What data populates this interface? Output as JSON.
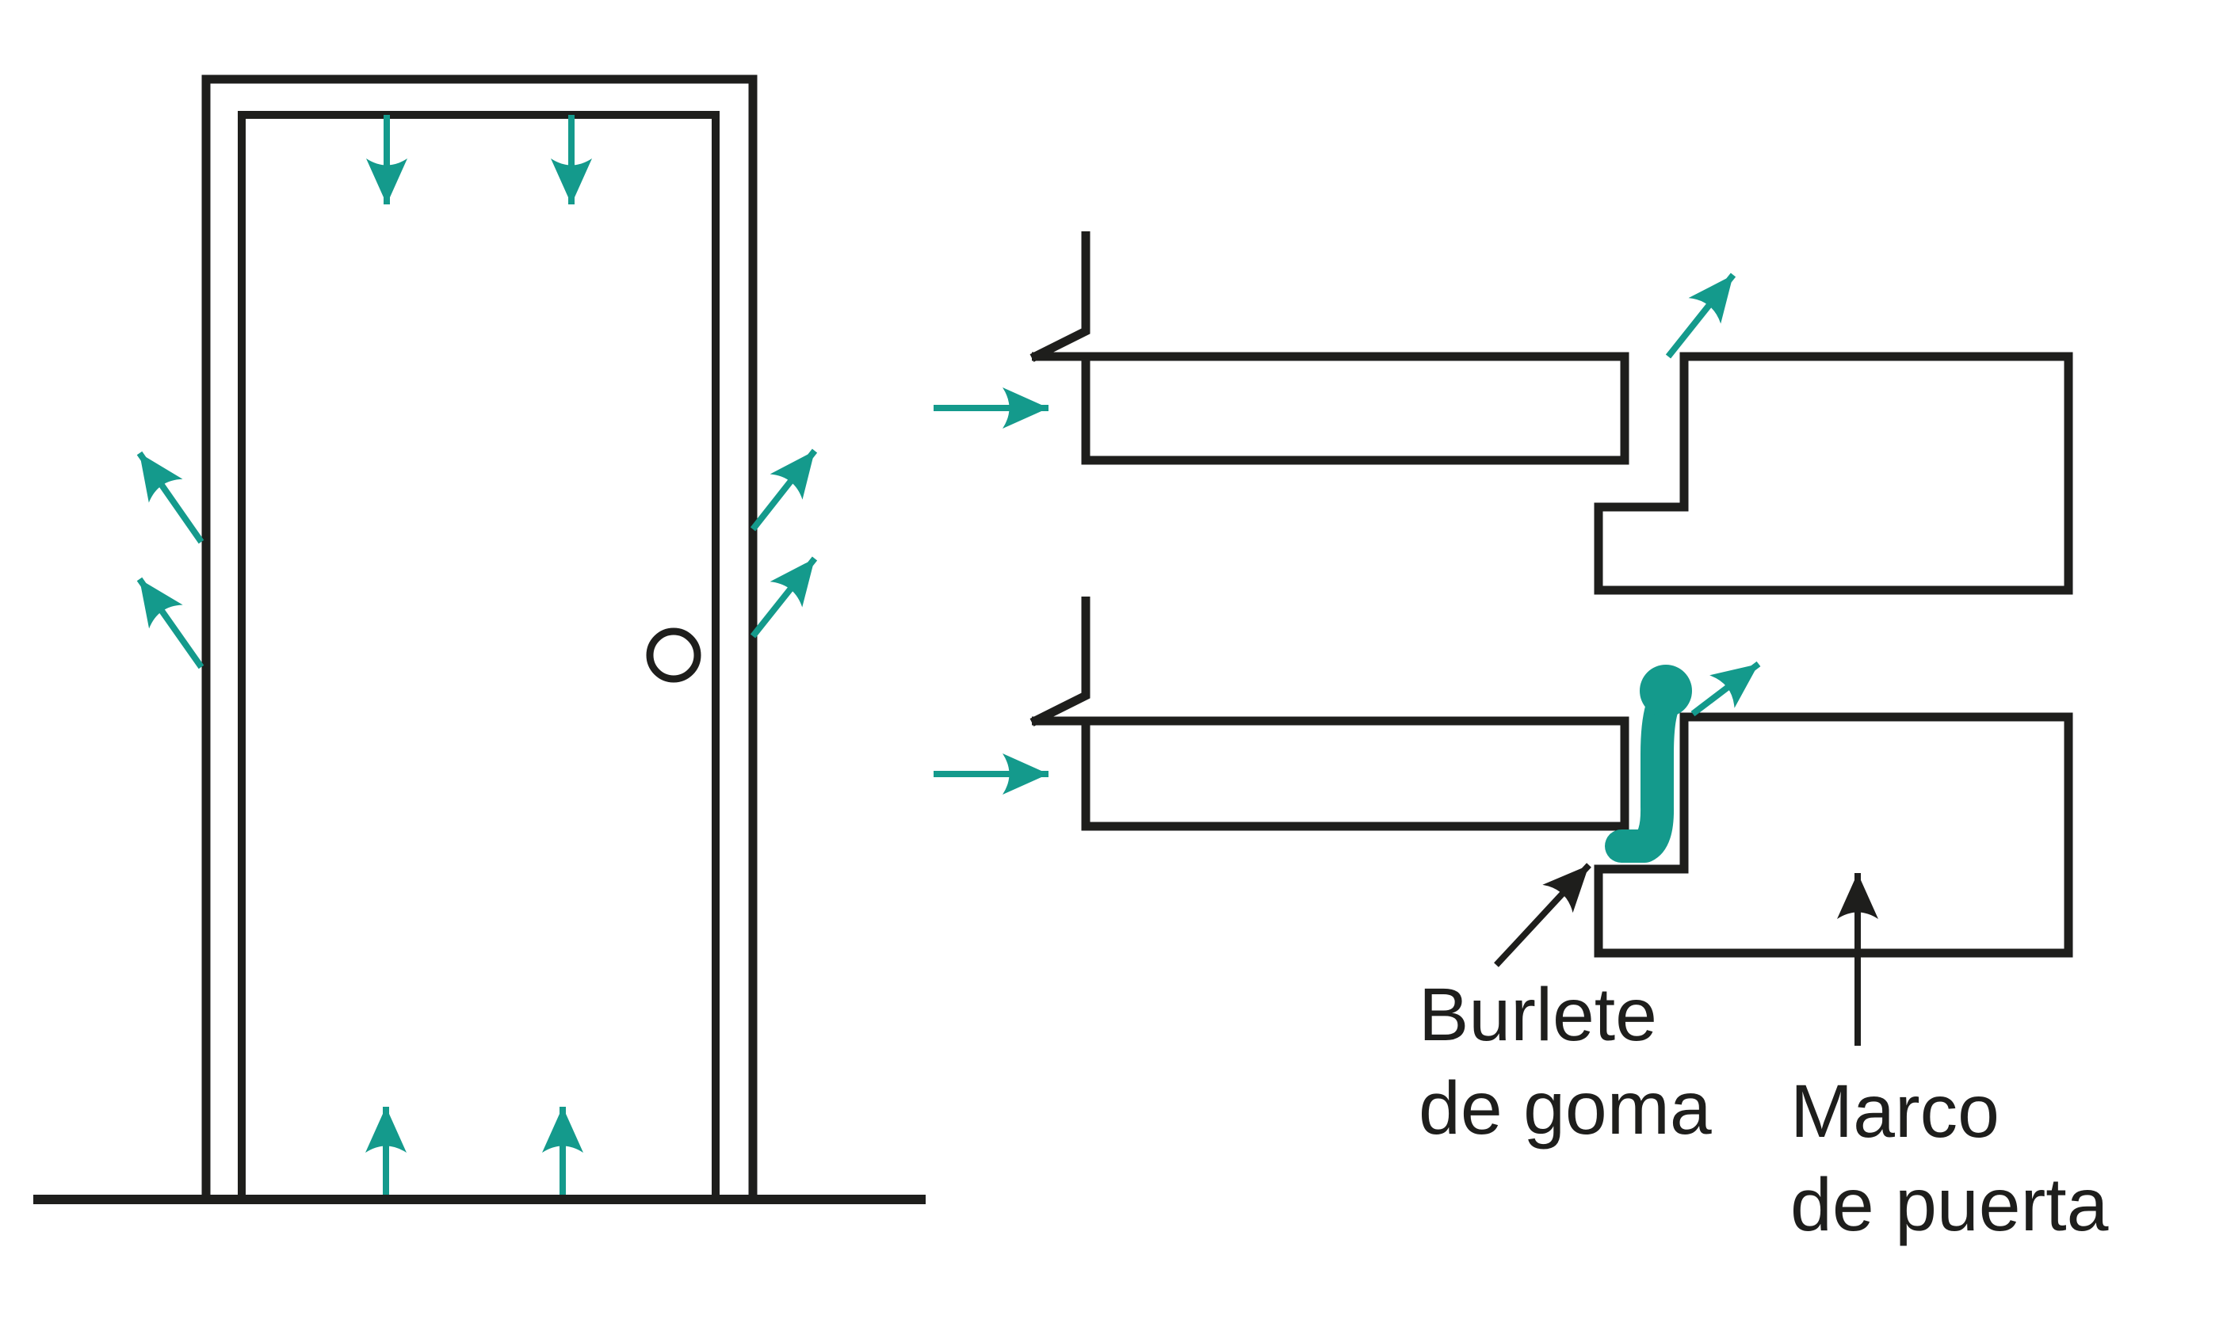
{
  "colors": {
    "paper": "#ffffff",
    "ink": "#1e1e1c",
    "accent": "#149a8c"
  },
  "figure": {
    "labels": {
      "seal_line1": "Burlete",
      "seal_line2": "de goma",
      "frame_line1": "Marco",
      "frame_line2": "de puerta"
    }
  }
}
